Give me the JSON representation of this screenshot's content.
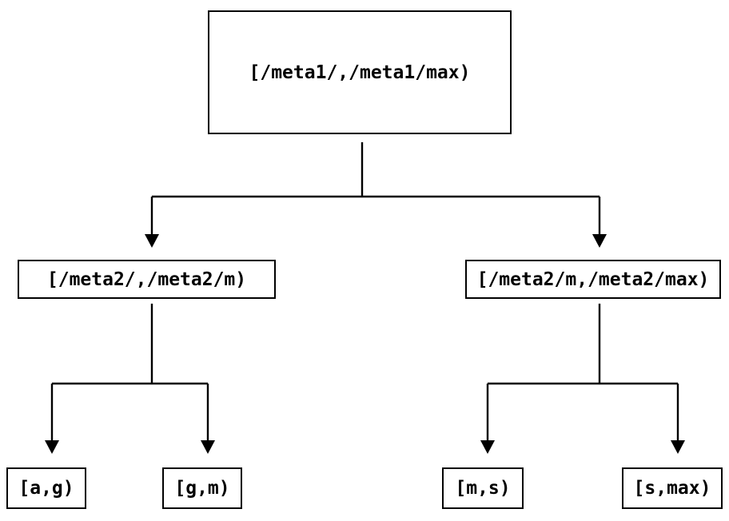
{
  "colors": {
    "background": "#ffffff",
    "line": "#000000",
    "text": "#000000"
  },
  "diagram": {
    "type": "tree",
    "nodes": {
      "root": {
        "label": "[/meta1/,/meta1/max)"
      },
      "level2_left": {
        "label": "[/meta2/,/meta2/m)"
      },
      "level2_right": {
        "label": "[/meta2/m,/meta2/max)"
      },
      "leaf_ag": {
        "label": "[a,g)"
      },
      "leaf_gm": {
        "label": "[g,m)"
      },
      "leaf_ms": {
        "label": "[m,s)"
      },
      "leaf_smax": {
        "label": "[s,max)"
      }
    },
    "edges": [
      [
        "root",
        "level2_left"
      ],
      [
        "root",
        "level2_right"
      ],
      [
        "level2_left",
        "leaf_ag"
      ],
      [
        "level2_left",
        "leaf_gm"
      ],
      [
        "level2_right",
        "leaf_ms"
      ],
      [
        "level2_right",
        "leaf_smax"
      ]
    ]
  }
}
